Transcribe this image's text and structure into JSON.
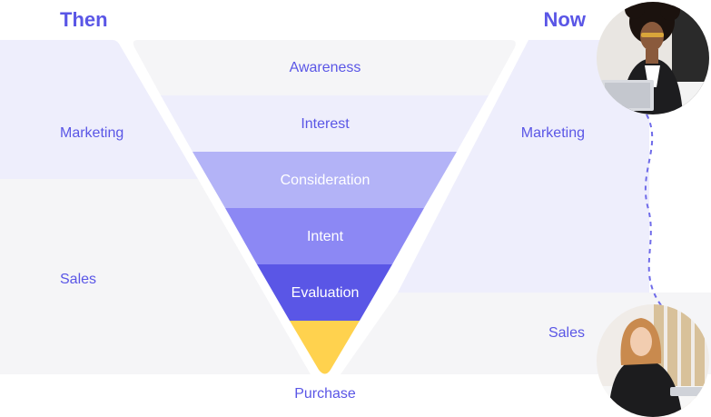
{
  "headers": {
    "then": "Then",
    "now": "Now"
  },
  "then_column": {
    "marketing": "Marketing",
    "sales": "Sales"
  },
  "now_column": {
    "marketing": "Marketing",
    "sales": "Sales"
  },
  "funnel": {
    "stages": [
      "Awareness",
      "Interest",
      "Consideration",
      "Intent",
      "Evaluation"
    ],
    "final": "Purchase"
  },
  "colors": {
    "accent": "#5a56e6",
    "marketing_band": "#eeeefc",
    "sales_band": "#f5f5f7",
    "awareness": "#f5f5f7",
    "interest": "#eeeefc",
    "consideration": "#b3b3f7",
    "intent": "#8c88f4",
    "evaluation": "#5a56e6",
    "purchase": "#ffd24e",
    "connector": "#6f6be9"
  },
  "avatars": {
    "now_marketing": "person-avatar",
    "now_sales": "person-avatar"
  }
}
